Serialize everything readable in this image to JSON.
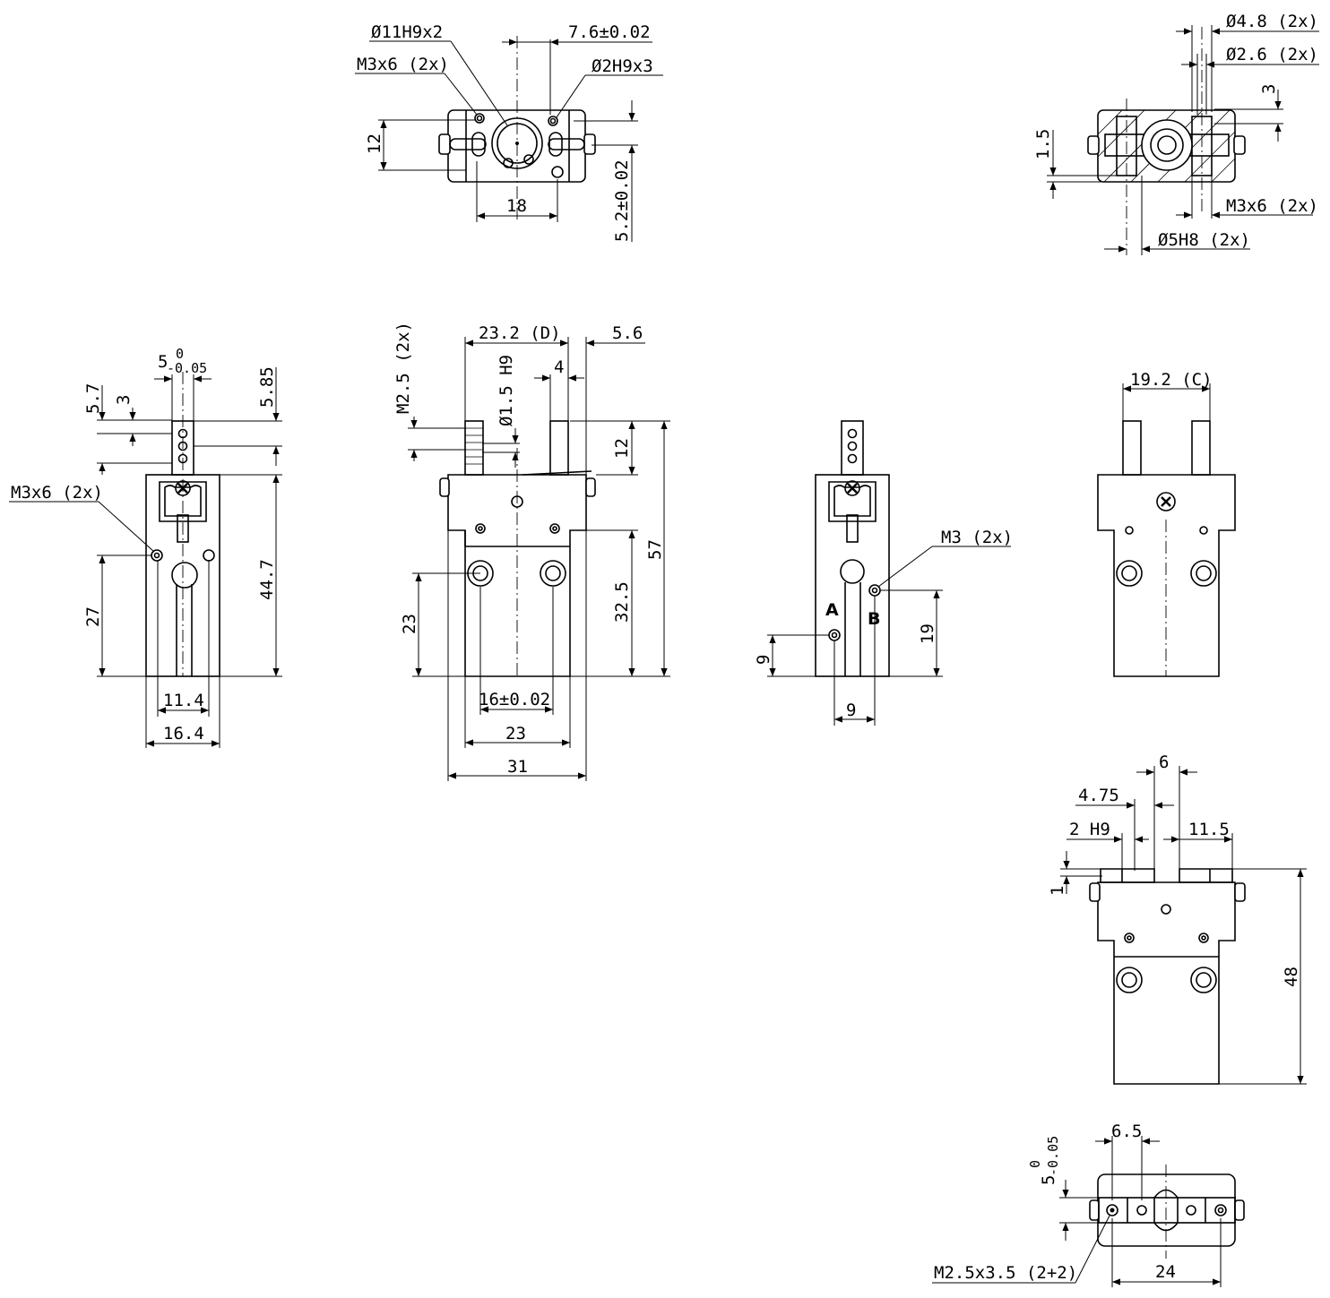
{
  "views": {
    "top": {
      "labels": [
        "Ø11H9x2",
        "M3x6 (2x)",
        "7.6±0.02",
        "Ø2H9x3",
        "12",
        "18",
        "5.2±0.02"
      ]
    },
    "section": {
      "labels": [
        "Ø4.8 (2x)",
        "Ø2.6 (2x)",
        "3",
        "1.5",
        "M3x6 (2x)",
        "Ø5H8 (2x)"
      ]
    },
    "side_left": {
      "labels": [
        "5",
        "0",
        "-0.05",
        "5.7",
        "3",
        "5.85",
        "M3x6 (2x)",
        "27",
        "44.7",
        "11.4",
        "16.4"
      ]
    },
    "front": {
      "labels": [
        "23.2 (D)",
        "5.6",
        "M2.5 (2x)",
        "Ø1.5 H9",
        "4",
        "12",
        "57",
        "32.5",
        "23",
        "16±0.02",
        "23",
        "31"
      ]
    },
    "side_right": {
      "labels": [
        "M3 (2x)",
        "A",
        "B",
        "9",
        "19",
        "9"
      ]
    },
    "back": {
      "labels": [
        "19.2 (C)"
      ]
    },
    "open": {
      "labels": [
        "6",
        "4.75",
        "2 H9",
        "11.5",
        "1",
        "48"
      ]
    },
    "bottom": {
      "labels": [
        "6.5",
        "5",
        "0",
        "-0.05",
        "M2.5x3.5 (2+2)",
        "24"
      ]
    }
  }
}
